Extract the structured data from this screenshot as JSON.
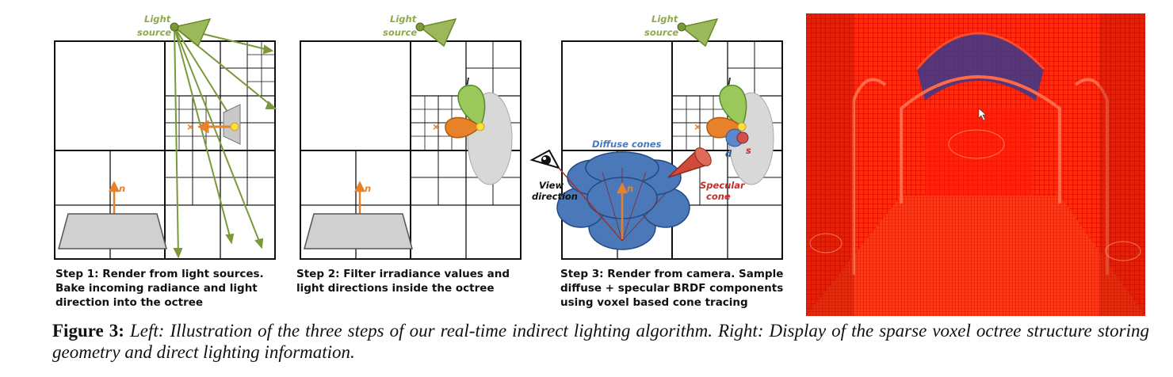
{
  "figure": {
    "label": "Figure 3:",
    "caption": "Left: Illustration of the three steps of our real-time indirect lighting algorithm. Right: Display of the sparse voxel octree structure storing geometry and direct lighting information."
  },
  "panels": [
    {
      "light_label_1": "Light",
      "light_label_2": "source",
      "normal_label": "n",
      "caption": "Step 1: Render from light sources.\nBake incoming radiance and light\ndirection into the octree"
    },
    {
      "light_label_1": "Light",
      "light_label_2": "source",
      "normal_label": "n",
      "light_dir_label": "l",
      "caption": "Step 2: Filter irradiance values and\nlight directions inside the octree"
    },
    {
      "light_label_1": "Light",
      "light_label_2": "source",
      "normal_label": "n",
      "light_dir_label": "l",
      "diffuse_label": "Diffuse cones",
      "view_label_1": "View",
      "view_label_2": "direction",
      "specular_label_1": "Specular",
      "specular_label_2": "cone",
      "s_label": "s",
      "d_label": "d",
      "caption": "Step 3: Render from camera. Sample\ndiffuse + specular BRDF components\nusing voxel based cone tracing"
    }
  ],
  "colors": {
    "light_green": "#8faa4a",
    "orange": "#e8822a",
    "blue": "#4a78b8",
    "red": "#c8403a",
    "render_red": "#ff1a0a"
  }
}
